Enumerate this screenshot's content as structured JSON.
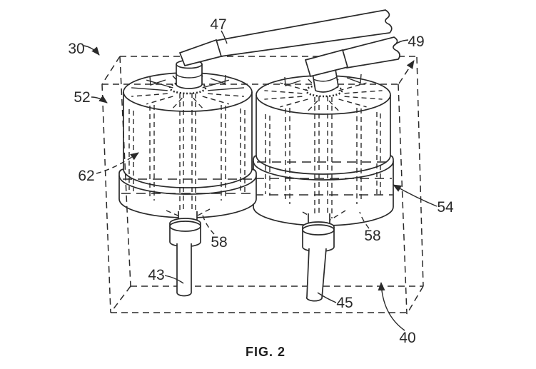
{
  "figure": {
    "caption": "FIG. 2",
    "labels": {
      "assembly_30": "30",
      "bar_47": "47",
      "bar_49": "49",
      "box_52": "52",
      "canister_62": "62",
      "canister_54": "54",
      "outlet_58_left": "58",
      "outlet_58_right": "58",
      "shaft_43": "43",
      "shaft_45": "45",
      "enclosure_40": "40"
    },
    "colors": {
      "ink": "#2a2a2a",
      "background": "#ffffff"
    }
  }
}
